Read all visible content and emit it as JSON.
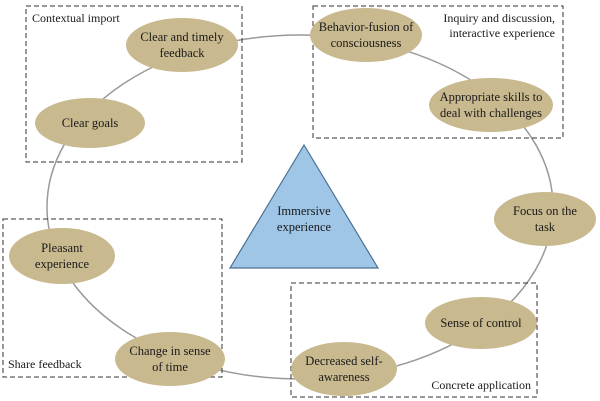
{
  "groups": {
    "contextual_import": "Contextual import",
    "inquiry_line1": "Inquiry and discussion,",
    "inquiry_line2": "interactive experience",
    "share_feedback": "Share feedback",
    "concrete_application": "Concrete application"
  },
  "center": {
    "line1": "Immersive",
    "line2": "experience"
  },
  "nodes": {
    "clear_feedback": {
      "line1": "Clear and timely",
      "line2": "feedback"
    },
    "clear_goals": {
      "line1": "Clear goals"
    },
    "behavior_fusion": {
      "line1": "Behavior-fusion of",
      "line2": "consciousness"
    },
    "appropriate_skills": {
      "line1": "Appropriate skills to",
      "line2": "deal with challenges"
    },
    "focus_task": {
      "line1": "Focus on the",
      "line2": "task"
    },
    "sense_control": {
      "line1": "Sense of control"
    },
    "decreased_self": {
      "line1": "Decreased self-",
      "line2": "awareness"
    },
    "change_time": {
      "line1": "Change in sense",
      "line2": "of time"
    },
    "pleasant": {
      "line1": "Pleasant",
      "line2": "experience"
    }
  },
  "colors": {
    "node_fill": "#c9b98f",
    "ring_stroke": "#9a9a9a",
    "triangle_fill": "#9fc6e6",
    "triangle_stroke": "#4a6f93",
    "dash_stroke": "#333333"
  }
}
